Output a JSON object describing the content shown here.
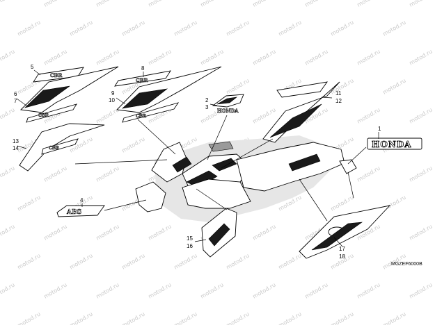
{
  "diagram": {
    "drawing_code": "MGZEF6000B",
    "watermark": "motod.ru",
    "callouts": [
      {
        "id": "c1",
        "label": "1"
      },
      {
        "id": "c2",
        "label": "2"
      },
      {
        "id": "c3",
        "label": "3"
      },
      {
        "id": "c4",
        "label": "4"
      },
      {
        "id": "c5",
        "label": "5"
      },
      {
        "id": "c6",
        "label": "6"
      },
      {
        "id": "c7",
        "label": "7"
      },
      {
        "id": "c8",
        "label": "8"
      },
      {
        "id": "c9",
        "label": "9"
      },
      {
        "id": "c10",
        "label": "10"
      },
      {
        "id": "c11",
        "label": "11"
      },
      {
        "id": "c12",
        "label": "12"
      },
      {
        "id": "c13",
        "label": "13"
      },
      {
        "id": "c14",
        "label": "14"
      },
      {
        "id": "c15",
        "label": "15"
      },
      {
        "id": "c16",
        "label": "16"
      },
      {
        "id": "c17",
        "label": "17"
      },
      {
        "id": "c18",
        "label": "18"
      }
    ],
    "decal_texts": {
      "honda_logo": "HONDA",
      "wing_text": "HONDA",
      "cbr_small": "CBR",
      "abs": "ABS"
    }
  }
}
